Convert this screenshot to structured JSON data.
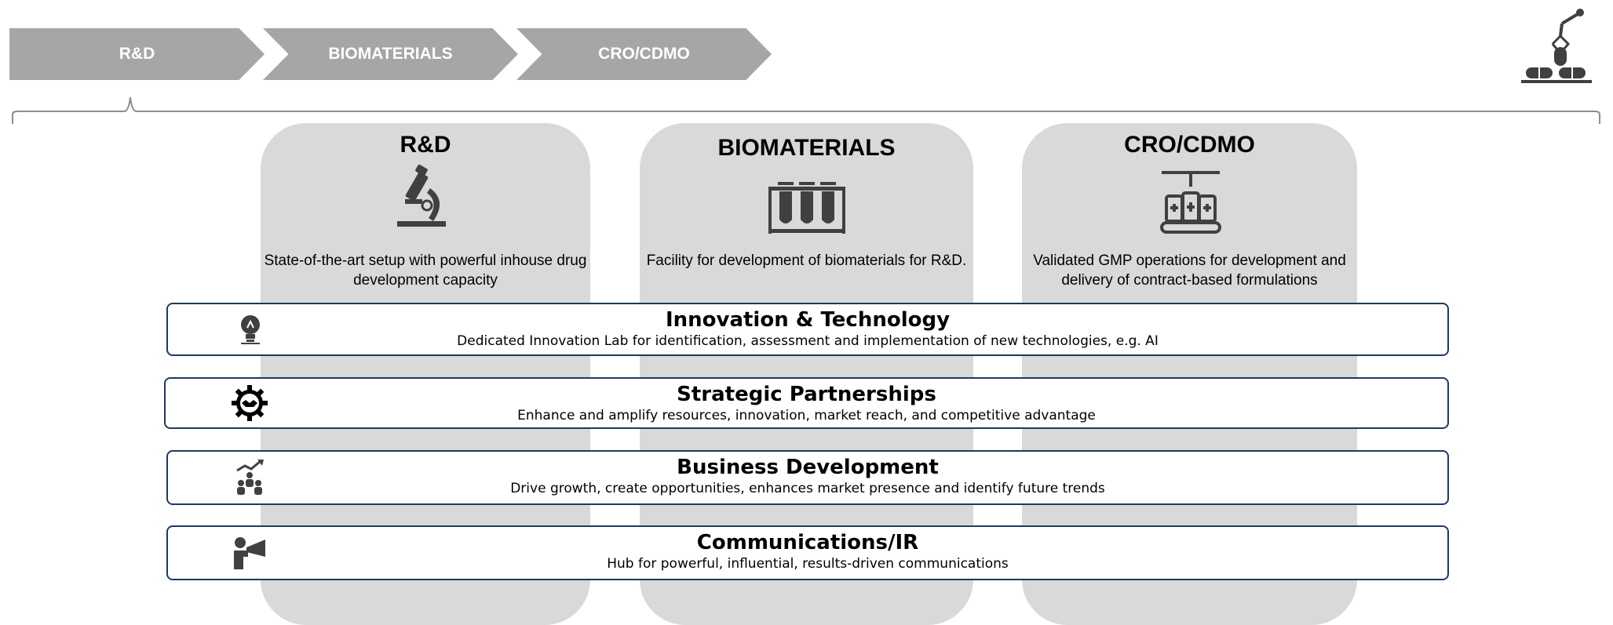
{
  "process_steps": [
    "R&D",
    "BIOMATERIALS",
    "CRO/CDMO"
  ],
  "columns": [
    {
      "title": "R&D",
      "description": "State-of-the-art setup with powerful inhouse drug development capacity",
      "icon": "microscope-icon"
    },
    {
      "title": "BIOMATERIALS",
      "description": "Facility for development of biomaterials for R&D.",
      "icon": "test-tubes-icon"
    },
    {
      "title": "CRO/CDMO",
      "description": "Validated GMP operations for development and delivery of contract-based formulations",
      "icon": "vial-production-line-icon"
    }
  ],
  "capabilities": [
    {
      "title": "Innovation & Technology",
      "subtitle": "Dedicated Innovation Lab for identification, assessment and implementation of new technologies, e.g. AI",
      "icon": "lightbulb-icon"
    },
    {
      "title": "Strategic Partnerships",
      "subtitle": "Enhance and amplify resources, innovation, market reach, and competitive advantage",
      "icon": "handshake-gear-icon"
    },
    {
      "title": "Business Development",
      "subtitle": "Drive growth, create opportunities, enhances market presence and identify future trends",
      "icon": "growth-team-icon"
    },
    {
      "title": "Communications/IR",
      "subtitle": "Hub for powerful, influential, results-driven communications",
      "icon": "megaphone-person-icon"
    }
  ],
  "colors": {
    "chevron": "#a6a6a6",
    "pillar": "#d9d9d9",
    "bar_border": "#1f3864",
    "icon": "#404040"
  },
  "corner_icon": "robot-arm-pills-icon"
}
